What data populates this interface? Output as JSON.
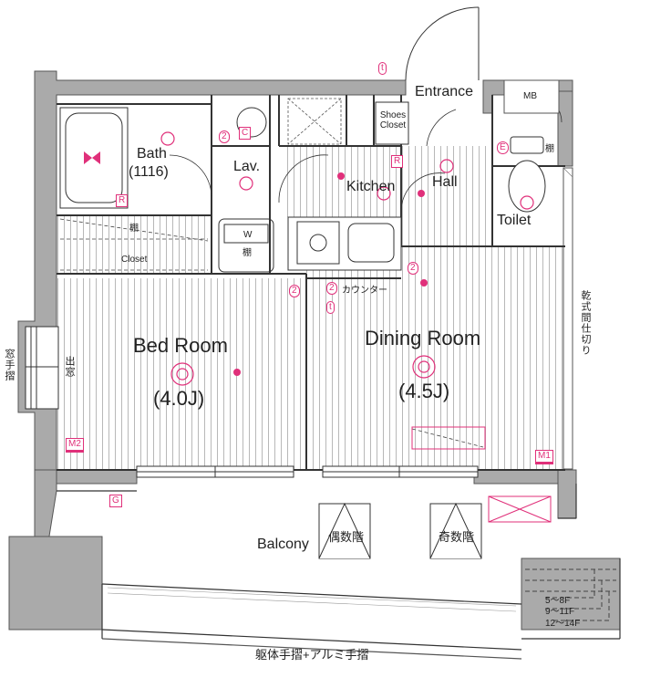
{
  "rooms": {
    "entrance": "Entrance",
    "mb": "MB",
    "shoes_closet_line1": "Shoes",
    "shoes_closet_line2": "Closet",
    "bath": "Bath",
    "bath_size": "(1116)",
    "lav": "Lav.",
    "kitchen": "Kitchen",
    "hall": "Hall",
    "toilet": "Toilet",
    "shelf": "棚",
    "closet": "Closet",
    "washer": "W",
    "bed_room": "Bed Room",
    "bed_room_size": "(4.0J)",
    "dining_room": "Dining Room",
    "dining_room_size": "(4.5J)",
    "counter": "カウンター",
    "bay_window": "出窓",
    "window_rail": "窓手摺",
    "dry_partition": "乾式間仕切り",
    "balcony": "Balcony",
    "even_floors": "偶数階",
    "odd_floors": "奇数階",
    "floors_5_8": "5～8F",
    "floors_9_11": "9～11F",
    "floors_12_14": "12～14F",
    "railing_note": "躯体手摺+アルミ手摺"
  },
  "symbols": {
    "t": "t",
    "r": "R",
    "c": "C",
    "e": "E",
    "two": "2",
    "g": "G",
    "m1": "M1",
    "m2": "M2"
  },
  "colors": {
    "wall": "#aaaaaa",
    "wall_dark": "#999999",
    "line": "#333333",
    "accent": "#e0307a",
    "floor_line": "#b5b5b5"
  }
}
